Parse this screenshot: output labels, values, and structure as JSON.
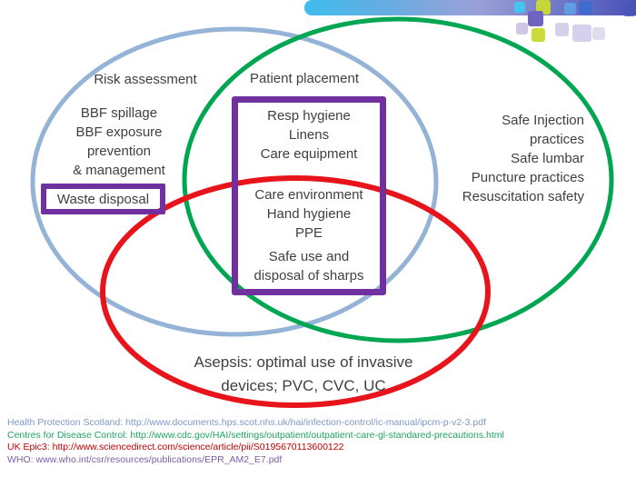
{
  "colors": {
    "blue_ellipse": "#95B3D7",
    "green_ellipse": "#00A651",
    "red_ellipse": "#E8141C",
    "purple_box": "#7030A0",
    "text": "#3F3F3F"
  },
  "banner": {
    "gradient": [
      "#3FBCEE",
      "#9AA0D8",
      "#4A52B8"
    ]
  },
  "venn": {
    "blue": {
      "title": "Risk assessment",
      "lines": [
        "BBF spillage",
        "BBF exposure",
        "prevention",
        "& management"
      ],
      "boxed": "Waste disposal"
    },
    "green": {
      "title": "Patient placement",
      "lines": [
        "Safe Injection",
        "practices",
        "Safe lumbar",
        "Puncture practices",
        "Resuscitation safety"
      ]
    },
    "center": {
      "group1": [
        "Resp hygiene",
        "Linens",
        "Care equipment"
      ],
      "group2": [
        "Care environment",
        "Hand hygiene",
        "PPE"
      ],
      "group3": [
        "Safe use and",
        "disposal of sharps"
      ]
    },
    "red": {
      "lines": [
        "Asepsis: optimal use of invasive",
        "devices; PVC, CVC, UC"
      ]
    }
  },
  "references": [
    {
      "text": "Health Protection Scotland: http://www.documents.hps.scot.nhs.uk/hai/infection-control/ic-manual/ipcm-p-v2-3.pdf",
      "color": "#7E99C7"
    },
    {
      "text": "Centres for Disease Control: http://www.cdc.gov/HAI/settings/outpatient/outpatient-care-gl-standared-precautions.html",
      "color": "#21A463"
    },
    {
      "text": "UK Epic3: http://www.sciencedirect.com/science/article/pii/S0195670113600122",
      "color": "#C00000"
    },
    {
      "text": "WHO: www.who.int/csr/resources/publications/EPR_AM2_E7.pdf",
      "color": "#7B5EA7"
    }
  ]
}
